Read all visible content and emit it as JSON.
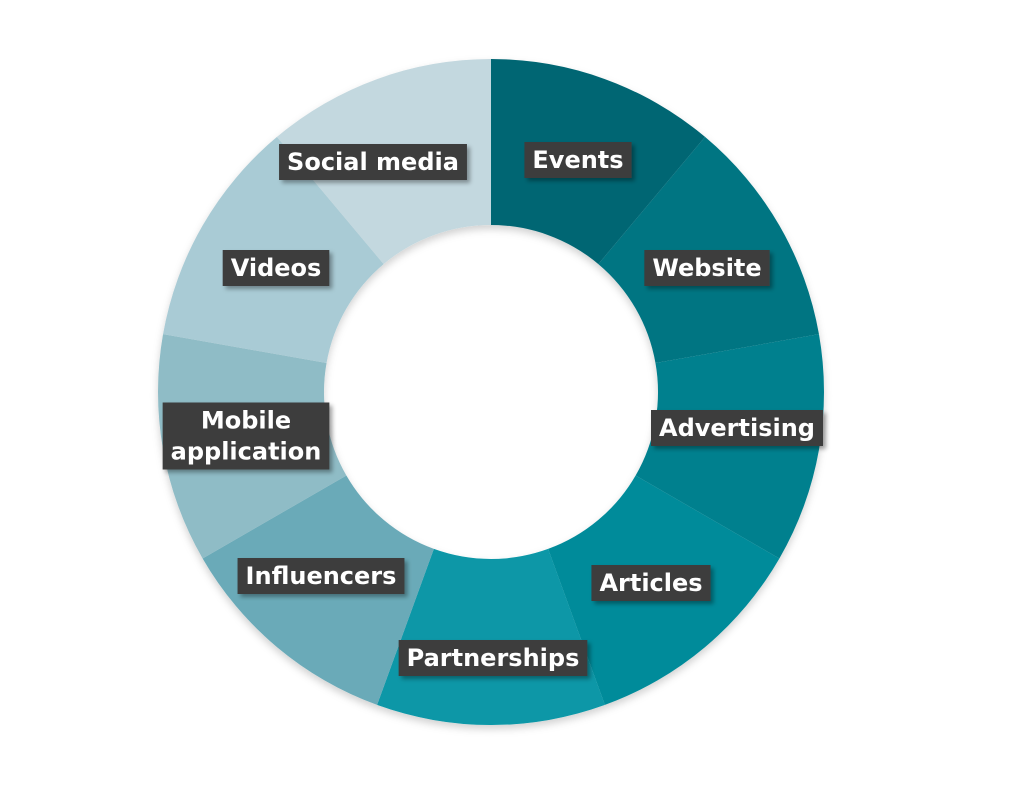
{
  "diagram": {
    "type": "donut-cycle",
    "segments": [
      {
        "label": "Events",
        "color": "#026673"
      },
      {
        "label": "Website",
        "color": "#017482"
      },
      {
        "label": "Advertising",
        "color": "#02808e"
      },
      {
        "label": "Articles",
        "color": "#038b9a"
      },
      {
        "label": "Partnerships",
        "color": "#0797a7"
      },
      {
        "label": "Influencers",
        "color": "#6aaab8"
      },
      {
        "label": "Mobile\napplication",
        "color": "#8fbcc6"
      },
      {
        "label": "Videos",
        "color": "#a9cbd5"
      },
      {
        "label": "Social media",
        "color": "#c3d8df"
      }
    ]
  }
}
